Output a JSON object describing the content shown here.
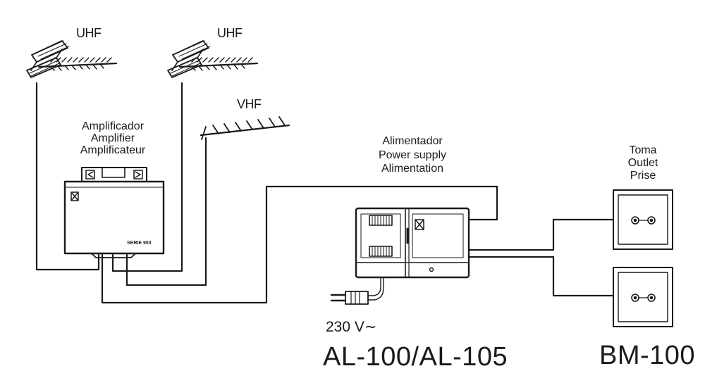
{
  "antennas": {
    "uhf_1": "UHF",
    "uhf_2": "UHF",
    "vhf": "VHF"
  },
  "amplifier": {
    "label_es": "Amplificador",
    "label_en": "Amplifier",
    "label_fr": "Amplificateur",
    "series": "SERIE 903"
  },
  "power_supply": {
    "label_es": "Alimentador",
    "label_en": "Power supply",
    "label_fr": "Alimentation",
    "voltage": "230 V∼",
    "model": "AL-100/AL-105"
  },
  "outlet": {
    "label_es": "Toma",
    "label_en": "Outlet",
    "label_fr": "Prise",
    "model": "BM-100"
  }
}
